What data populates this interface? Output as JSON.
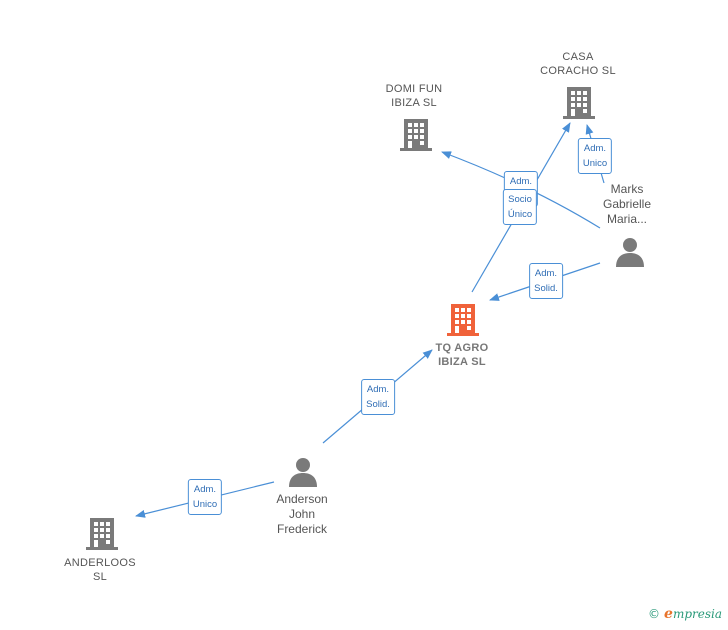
{
  "colors": {
    "edge": "#4a8fd6",
    "company": "#7a7a7a",
    "focus": "#f0623a",
    "person": "#7a7a7a"
  },
  "nodes": {
    "casa": {
      "label": "CASA\nCORACHO  SL"
    },
    "domi": {
      "label": "DOMI FUN\nIBIZA  SL"
    },
    "tq": {
      "label": "TQ AGRO\nIBIZA  SL"
    },
    "marks": {
      "label": "Marks\nGabrielle\nMaria..."
    },
    "anderson": {
      "label": "Anderson\nJohn\nFrederick"
    },
    "anderloos": {
      "label": "ANDERLOOS\nSL"
    }
  },
  "edges": {
    "marks_casa": "Adm.\nUnico",
    "marks_domi": "Adm.\nUnico",
    "tq_casa": "Socio\nÚnico",
    "marks_tq": "Adm.\nSolid.",
    "anderson_tq": "Adm.\nSolid.",
    "anderson_anderloos": "Adm.\nUnico"
  },
  "brand": {
    "copyright": "©",
    "initial": "e",
    "name": "mpresia"
  }
}
